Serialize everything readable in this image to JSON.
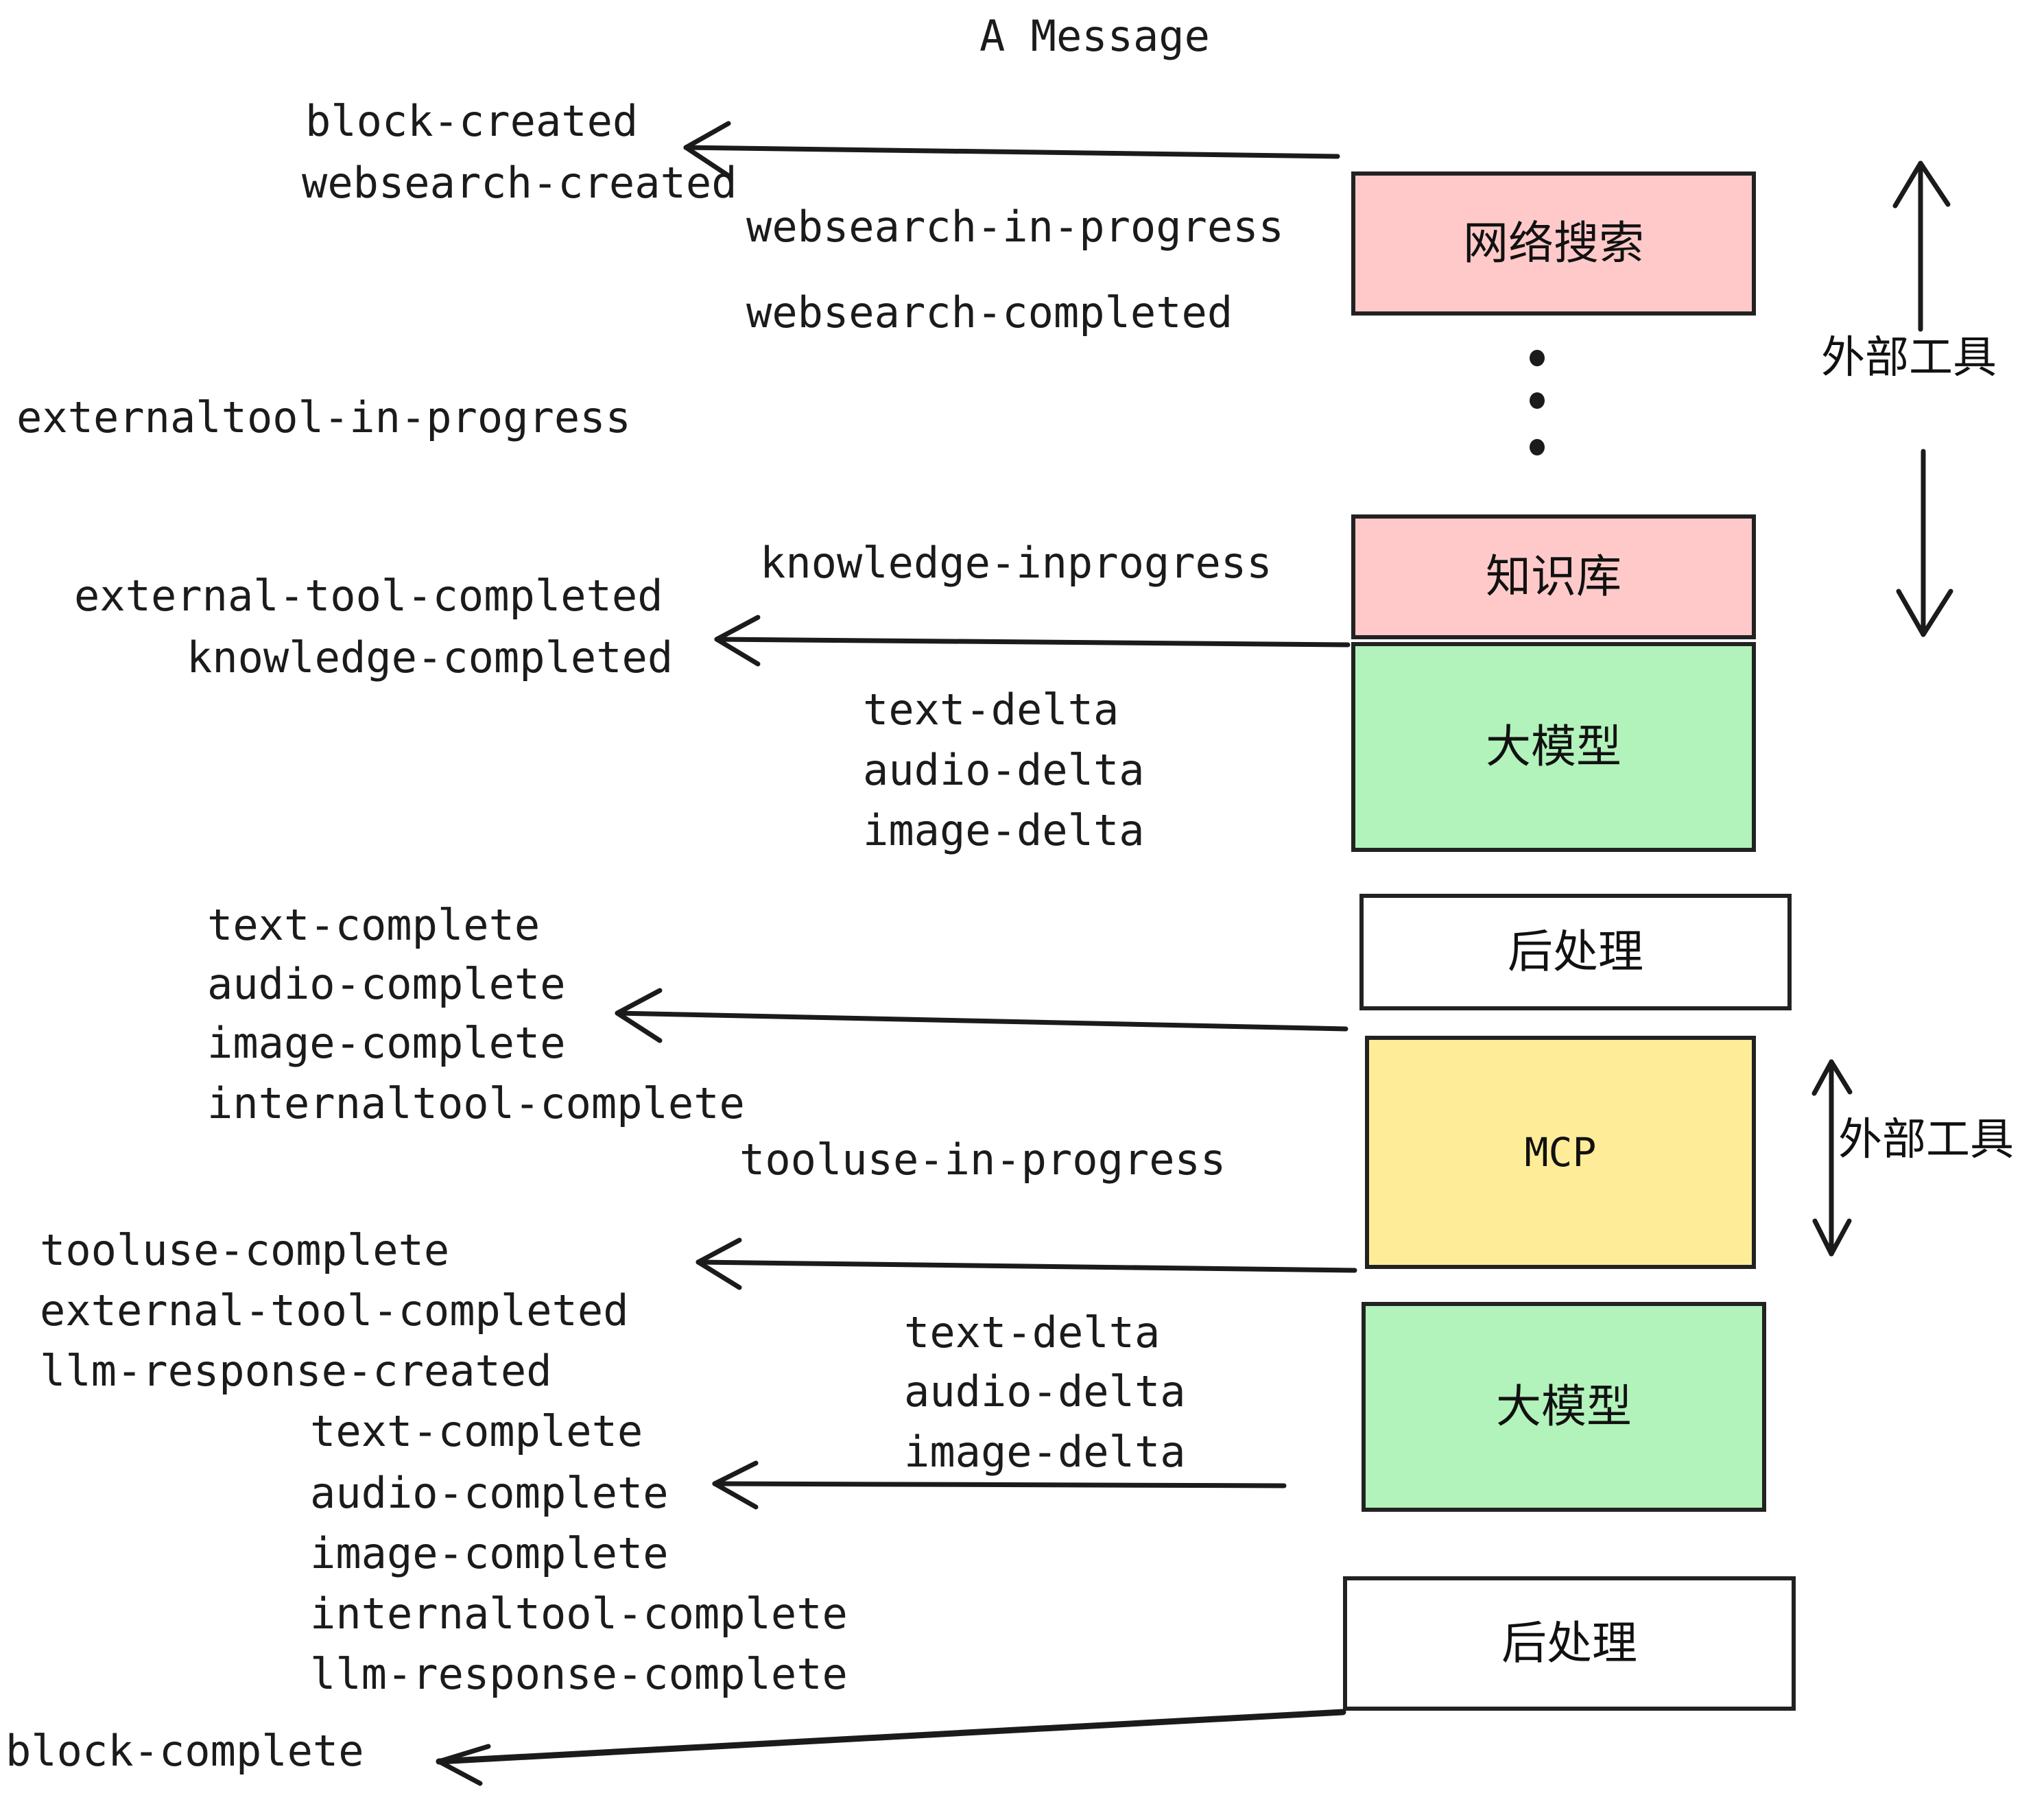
{
  "title": "A Message",
  "colors": {
    "pink": "#FFC9C9",
    "green": "#B2F2BB",
    "yellow": "#FFEC99",
    "white": "#FFFFFF",
    "stroke": "#222222",
    "text": "#1B1B1B"
  },
  "nodes": [
    {
      "id": "websearch",
      "label": "网络搜索",
      "fill": "#FFC9C9"
    },
    {
      "id": "knowledge",
      "label": "知识库",
      "fill": "#FFC9C9"
    },
    {
      "id": "llm-1",
      "label": "大模型",
      "fill": "#B2F2BB"
    },
    {
      "id": "postproc-1",
      "label": "后处理",
      "fill": "#FFFFFF"
    },
    {
      "id": "mcp",
      "label": "MCP",
      "fill": "#FFEC99"
    },
    {
      "id": "llm-2",
      "label": "大模型",
      "fill": "#B2F2BB"
    },
    {
      "id": "postproc-2",
      "label": "后处理",
      "fill": "#FFFFFF"
    }
  ],
  "group_labels": [
    {
      "id": "external-tools-top",
      "label": "外部工具"
    },
    {
      "id": "external-tools-bottom",
      "label": "外部工具"
    }
  ],
  "events": [
    {
      "id": "block-created",
      "text": "block-created"
    },
    {
      "id": "websearch-created",
      "text": "websearch-created"
    },
    {
      "id": "websearch-in-progress",
      "text": "websearch-in-progress"
    },
    {
      "id": "websearch-completed",
      "text": "websearch-completed"
    },
    {
      "id": "externaltool-in-progress",
      "text": "externaltool-in-progress"
    },
    {
      "id": "knowledge-inprogress",
      "text": "knowledge-inprogress"
    },
    {
      "id": "external-tool-completed-1",
      "text": "external-tool-completed"
    },
    {
      "id": "knowledge-completed",
      "text": "knowledge-completed"
    },
    {
      "id": "text-delta-1",
      "text": "text-delta"
    },
    {
      "id": "audio-delta-1",
      "text": "audio-delta"
    },
    {
      "id": "image-delta-1",
      "text": "image-delta"
    },
    {
      "id": "text-complete-1",
      "text": "text-complete"
    },
    {
      "id": "audio-complete-1",
      "text": "audio-complete"
    },
    {
      "id": "image-complete-1",
      "text": "image-complete"
    },
    {
      "id": "internaltool-complete-1",
      "text": "internaltool-complete"
    },
    {
      "id": "tooluse-in-progress",
      "text": "tooluse-in-progress"
    },
    {
      "id": "tooluse-complete",
      "text": "tooluse-complete"
    },
    {
      "id": "external-tool-completed-2",
      "text": "external-tool-completed"
    },
    {
      "id": "llm-response-created",
      "text": "llm-response-created"
    },
    {
      "id": "text-delta-2",
      "text": "text-delta"
    },
    {
      "id": "audio-delta-2",
      "text": "audio-delta"
    },
    {
      "id": "image-delta-2",
      "text": "image-delta"
    },
    {
      "id": "text-complete-2",
      "text": "text-complete"
    },
    {
      "id": "audio-complete-2",
      "text": "audio-complete"
    },
    {
      "id": "image-complete-2",
      "text": "image-complete"
    },
    {
      "id": "internaltool-complete-2",
      "text": "internaltool-complete"
    },
    {
      "id": "llm-response-complete",
      "text": "llm-response-complete"
    },
    {
      "id": "block-complete",
      "text": "block-complete"
    }
  ]
}
